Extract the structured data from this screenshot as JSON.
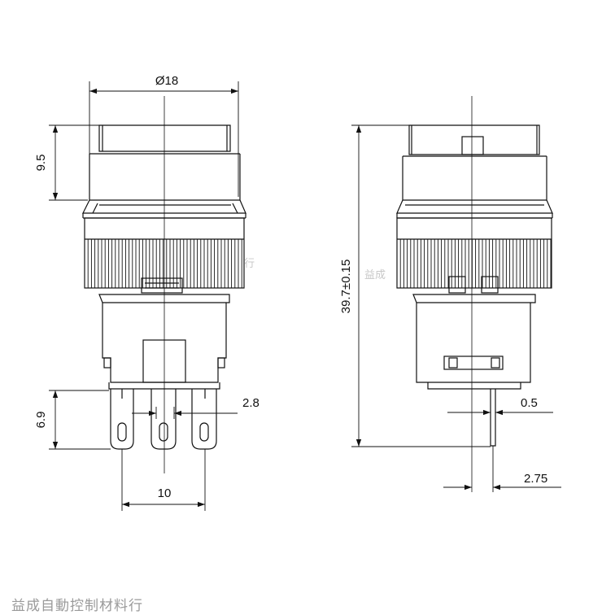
{
  "dimensions": {
    "diameter": "Ø18",
    "cap_height": "9.5",
    "terminal_length": "6.9",
    "terminal_width": "2.8",
    "terminal_pitch": "10",
    "overall_height": "39.7±0.15",
    "terminal_thickness": "0.5",
    "terminal_offset": "2.75"
  },
  "watermark": {
    "left": "行",
    "right": "益成"
  },
  "footer": {
    "company": "益成自動控制材料行"
  },
  "colors": {
    "line": "#111111",
    "watermark": "#c8c8c8",
    "footer": "#9a9a9a"
  }
}
